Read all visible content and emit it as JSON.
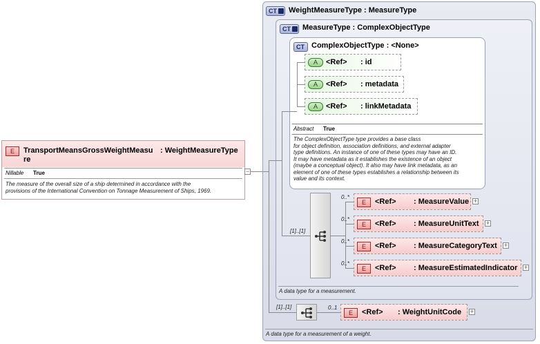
{
  "main_element": {
    "badge": "E",
    "name": "TransportMeansGrossWeightMeasu re",
    "name_line1": "TransportMeansGrossWeightMeasu",
    "name_line2": "re",
    "type": ": WeightMeasureType",
    "nillable_label": "Nillable",
    "nillable_value": "True",
    "doc_line1": "The measure of the overall size of a ship determined in accordance with the",
    "doc_line2": "provisions of the International Convention on Tonnage Measurement of Ships, 1969."
  },
  "weight_measure_type": {
    "badge": "CT",
    "title": "WeightMeasureType : MeasureType",
    "doc": "A data type for a measurement of a weight."
  },
  "measure_type": {
    "badge": "CT",
    "title": "MeasureType : ComplexObjectType",
    "doc": "A data type for a measurement."
  },
  "complex_object_type": {
    "badge": "CT",
    "title": "ComplexObjectType : <None>",
    "abstract_label": "Abstract",
    "abstract_value": "True",
    "doc_lines": [
      "The ComplexObjectType type provides a base class",
      "for object definition, association definitions, and external adapter",
      "type definitions. An instance of one of these types may have an ID.",
      "It may have metadata as it establishes the existence of an object",
      "(maybe a conceptual object). It also may have link metadata, as an",
      "element of one of these types establishes a relationship between its",
      "value and its context."
    ]
  },
  "attributes": [
    {
      "badge": "A",
      "ref": "<Ref>",
      "name": ": id"
    },
    {
      "badge": "A",
      "ref": "<Ref>",
      "name": ": metadata"
    },
    {
      "badge": "A",
      "ref": "<Ref>",
      "name": ": linkMetadata"
    }
  ],
  "measure_sequence": {
    "cardinality": "[1]..[1]",
    "elements": [
      {
        "badge": "E",
        "card": "0..*",
        "ref": "<Ref>",
        "name": ": MeasureValue"
      },
      {
        "badge": "E",
        "card": "0..*",
        "ref": "<Ref>",
        "name": ": MeasureUnitText"
      },
      {
        "badge": "E",
        "card": "0..*",
        "ref": "<Ref>",
        "name": ": MeasureCategoryText"
      },
      {
        "badge": "E",
        "card": "0..*",
        "ref": "<Ref>",
        "name": ": MeasureEstimatedIndicator"
      }
    ]
  },
  "weight_sequence": {
    "cardinality": "[1]..[1]",
    "elements": [
      {
        "badge": "E",
        "card": "0..1",
        "ref": "<Ref>",
        "name": ": WeightUnitCode"
      }
    ]
  },
  "expander_symbols": {
    "collapse": "−",
    "expand": "+"
  }
}
